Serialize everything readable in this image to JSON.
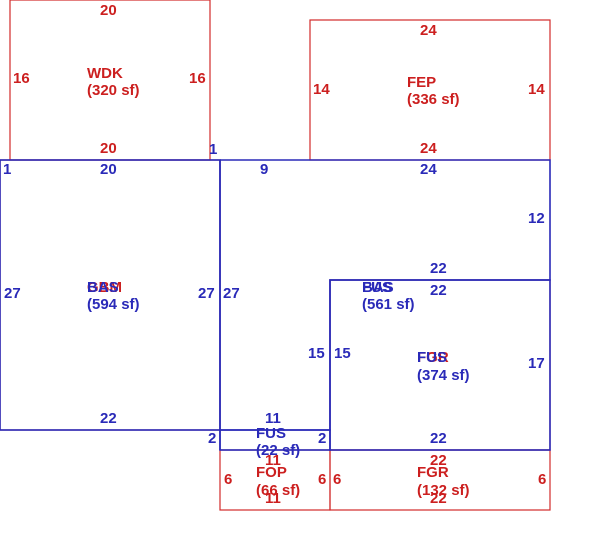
{
  "colors": {
    "red": "#cc1f1f",
    "blue": "#2a2ab8"
  },
  "areas": {
    "wdk": {
      "code": "WDK",
      "area": "(320 sf)"
    },
    "fep": {
      "code": "FEP",
      "area": "(336 sf)"
    },
    "bas_left": {
      "code": "BAS",
      "code_overlay": "GBM",
      "area": "(594 sf)"
    },
    "bas_right": {
      "code": "BAS",
      "code_overlay": "FUS",
      "area": "(561 sf)"
    },
    "fus_main": {
      "code": "FUS",
      "code_overlay": "FGR",
      "area": "(374 sf)"
    },
    "fus_small": {
      "code": "FUS",
      "area": "(22 sf)"
    },
    "fop": {
      "code": "FOP",
      "area": "(66 sf)"
    },
    "fgr": {
      "code": "FGR",
      "area": "(132 sf)"
    }
  },
  "dims": {
    "wdk_top": "20",
    "wdk_left": "16",
    "wdk_right": "16",
    "wdk_bottom": "20",
    "fep_top": "24",
    "fep_left": "14",
    "fep_right": "14",
    "fep_bottom": "24",
    "bas_left_top": "20",
    "bas_left_corner": "1",
    "bas_left_side": "27",
    "bas_left_right": "27",
    "bas_left_bottom": "22",
    "connector_1": "1",
    "bas_right_top_a": "9",
    "bas_right_top_b": "24",
    "bas_right_side_right": "12",
    "bas_right_side_left": "27",
    "fus_top_a": "22",
    "fus_top_b": "22",
    "fus_left_a": "15",
    "fus_left_b": "15",
    "fus_right": "17",
    "fus_bottom": "22",
    "small_top": "11",
    "small_left": "2",
    "small_right": "2",
    "small_bottom": "11",
    "fop_left": "6",
    "fop_right": "6",
    "fop_bottom": "11",
    "fgr_top": "22",
    "fgr_left": "6",
    "fgr_right": "6",
    "fgr_bottom": "22"
  }
}
